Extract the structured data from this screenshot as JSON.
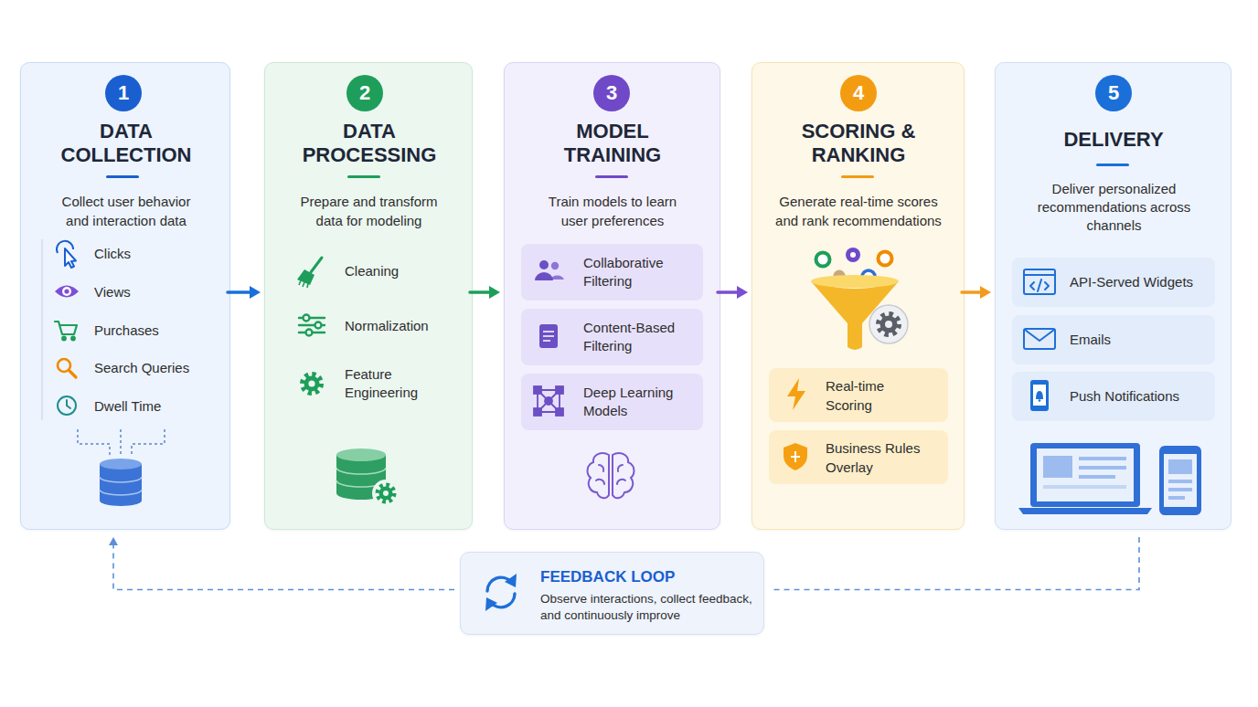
{
  "diagram": {
    "nodes": [
      {
        "text": [
          "DATA COLLECTION",
          "Collect user behavior and interaction data",
          "Clicks",
          "Views",
          "Purchases",
          "Search Queries",
          "Dwell Time"
        ]
      },
      {
        "text": [
          "1"
        ],
        "in": 0
      },
      {
        "text": [
          "DATA PROCESSING",
          "Prepare and transform data for modeling",
          "Cleaning",
          "Normalization",
          "Feature Engineering"
        ]
      },
      {
        "text": [
          "2"
        ],
        "in": 2
      },
      {
        "text": [
          "MODEL TRAINING",
          "Train models to learn user preferences"
        ]
      },
      {
        "text": [
          "3"
        ],
        "in": 4
      },
      {
        "text": [
          "Collaborative Filtering"
        ],
        "in": 4
      },
      {
        "text": [
          "Content-Based Filtering"
        ],
        "in": 4
      },
      {
        "text": [
          "Deep Learning Models"
        ],
        "in": 4
      },
      {
        "text": [
          "SCORING & RANKING",
          "Generate real-time scores and rank recommendations"
        ]
      },
      {
        "text": [
          "4"
        ],
        "in": 9
      },
      {
        "text": [
          "Real-time Scoring"
        ],
        "in": 9
      },
      {
        "text": [
          "Business Rules Overlay"
        ],
        "in": 9
      },
      {
        "text": [
          "DELIVERY",
          "Deliver personalized recommendations across channels"
        ]
      },
      {
        "text": [
          "5"
        ],
        "in": 13
      },
      {
        "text": [
          "API-Served Widgets"
        ],
        "in": 13
      },
      {
        "text": [
          "Emails"
        ],
        "in": 13
      },
      {
        "text": [
          "Push Notifications"
        ],
        "in": 13
      },
      {
        "text": [
          "FEEDBACK LOOP",
          "Observe interactions, collect feedback, and continuously improve"
        ]
      }
    ],
    "edges": [
      {
        "from": 0,
        "to": 2,
        "arrow": "to"
      },
      {
        "from": 2,
        "to": 4,
        "arrow": "to"
      },
      {
        "from": 4,
        "to": 9,
        "arrow": "to"
      },
      {
        "from": 9,
        "to": 13,
        "arrow": "to"
      },
      {
        "from": 13,
        "to": 18,
        "arrow": "none"
      },
      {
        "from": 18,
        "to": 0,
        "arrow": "to"
      }
    ]
  }
}
